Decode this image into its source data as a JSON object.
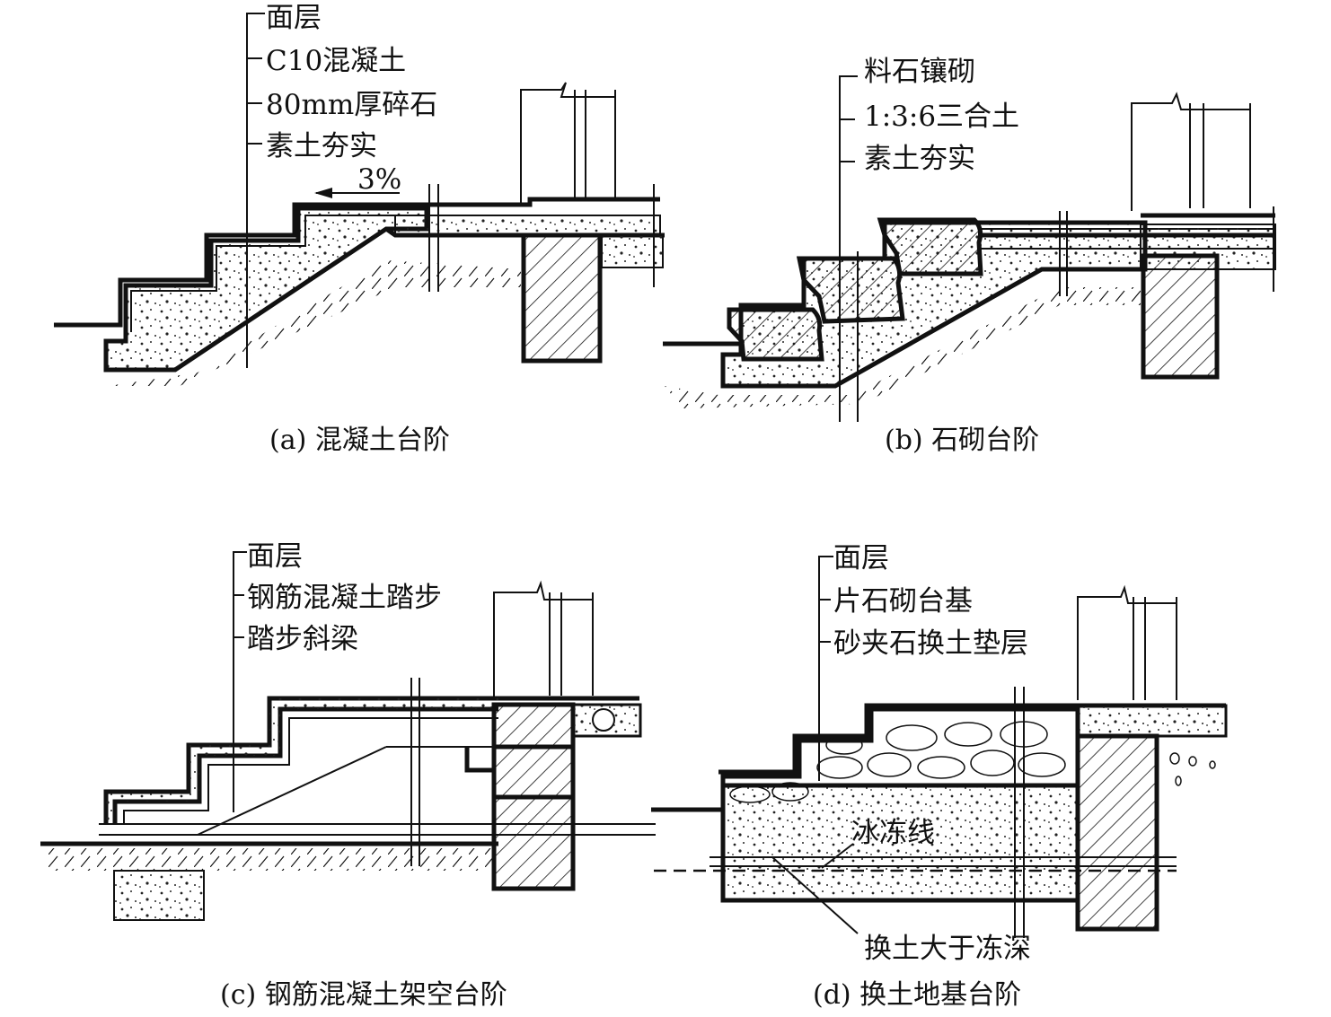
{
  "panels": [
    {
      "caption": "(a) 混凝土台阶",
      "labels": [
        "面层",
        "C10混凝土",
        "80mm厚碎石",
        "素土夯实"
      ],
      "slope": "3%"
    },
    {
      "caption": "(b) 石砌台阶",
      "labels": [
        "料石镶砌",
        "1:3:6三合土",
        "素土夯实"
      ]
    },
    {
      "caption": "(c) 钢筋混凝土架空台阶",
      "labels": [
        "面层",
        "钢筋混凝土踏步",
        "踏步斜梁"
      ]
    },
    {
      "caption": "(d) 换土地基台阶",
      "labels": [
        "面层",
        "片石砌台基",
        "砂夹石换土垫层"
      ],
      "frost_line": "冰冻线",
      "note": "换土大于冻深"
    }
  ]
}
